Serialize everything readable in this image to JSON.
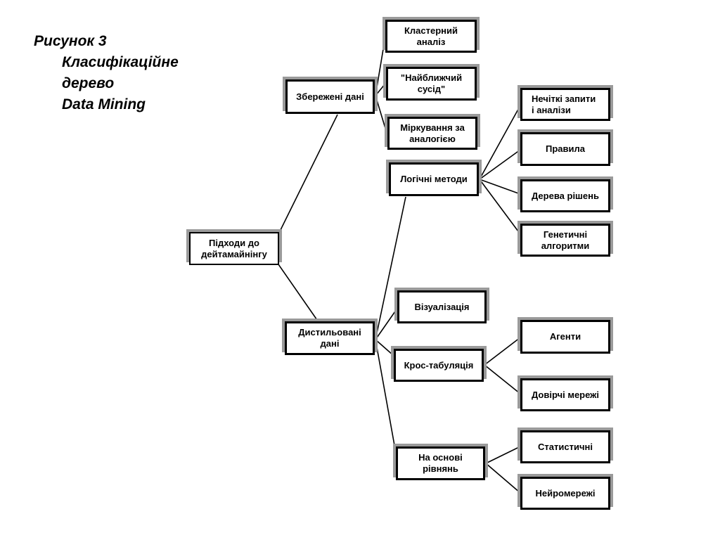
{
  "figure": {
    "label": "Рисунок 3",
    "caption_lines": [
      "Класифікаційне",
      "дерево",
      "Data Mining"
    ]
  },
  "colors": {
    "background": "#ffffff",
    "box_fill": "#ffffff",
    "box_border": "#000000",
    "box_shadow": "#9a9a9a",
    "connector": "#000000",
    "text": "#000000"
  },
  "diagram_type": "classification-tree",
  "nodes": {
    "root": {
      "label": "Підходи до\nдейтамайнінгу",
      "children": [
        "zberezheni",
        "dystylovani"
      ]
    },
    "zberezheni": {
      "label": "Збережені дані",
      "children": [
        "klasternyi",
        "naiblyzhchyi",
        "mirkuvannia"
      ]
    },
    "dystylovani": {
      "label": "Дистильовані\nдані",
      "children": [
        "lohichni",
        "vizualizatsiia",
        "kros",
        "naosnovi"
      ]
    },
    "klasternyi": {
      "label": "Кластерний\nаналіз",
      "children": []
    },
    "naiblyzhchyi": {
      "label": "\"Найближчий\nсусід\"",
      "children": []
    },
    "mirkuvannia": {
      "label": "Міркування за\nаналогією",
      "children": []
    },
    "lohichni": {
      "label": "Логічні методи",
      "children": [
        "nechitki",
        "pravyla",
        "dereva",
        "henetychni"
      ]
    },
    "nechitki": {
      "label": "Нечіткі запити\nі аналізи",
      "children": []
    },
    "pravyla": {
      "label": "Правила",
      "children": []
    },
    "dereva": {
      "label": "Дерева рішень",
      "children": []
    },
    "henetychni": {
      "label": "Генетичні\nалгоритми",
      "children": []
    },
    "vizualizatsiia": {
      "label": "Візуалізація",
      "children": []
    },
    "kros": {
      "label": "Крос-табуляція",
      "children": [
        "ahenty",
        "dovirchi"
      ]
    },
    "naosnovi": {
      "label": "На основі\nрівнянь",
      "children": [
        "statystychni",
        "neiromerezhi"
      ]
    },
    "ahenty": {
      "label": "Агенти",
      "children": []
    },
    "dovirchi": {
      "label": "Довірчі мережі",
      "children": []
    },
    "statystychni": {
      "label": "Статистичні",
      "children": []
    },
    "neiromerezhi": {
      "label": "Нейромережі",
      "children": []
    }
  }
}
